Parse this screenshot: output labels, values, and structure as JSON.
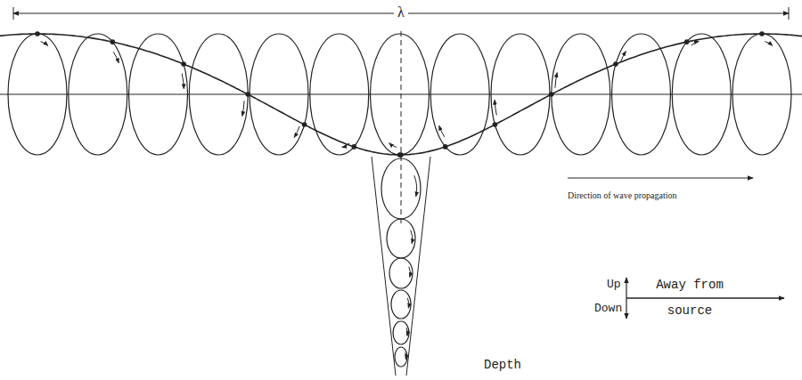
{
  "diagram": {
    "labels": [
      "λ",
      "Direction of wave propagation",
      "Up",
      "Down",
      "Away from source",
      "Depth"
    ]
  }
}
